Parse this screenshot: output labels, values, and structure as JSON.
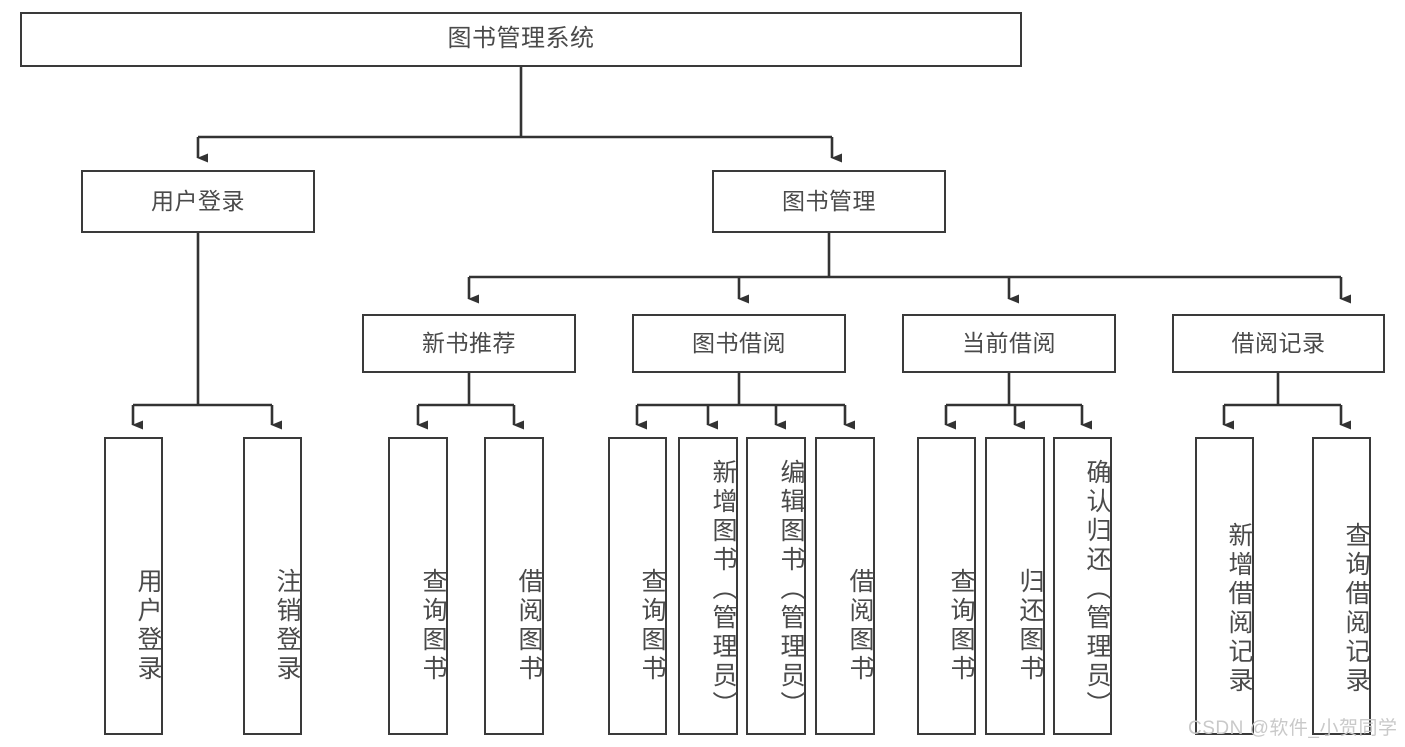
{
  "diagram": {
    "title": "图书管理系统",
    "type": "tree-structure-chart",
    "root": {
      "id": "root",
      "label": "图书管理系统"
    },
    "level2": [
      {
        "id": "user-login",
        "label": "用户登录"
      },
      {
        "id": "book-manage",
        "label": "图书管理"
      }
    ],
    "level3": [
      {
        "id": "new-book-recommend",
        "label": "新书推荐"
      },
      {
        "id": "book-borrow",
        "label": "图书借阅"
      },
      {
        "id": "current-borrow",
        "label": "当前借阅"
      },
      {
        "id": "borrow-record",
        "label": "借阅记录"
      }
    ],
    "leaves": [
      {
        "id": "leaf-user-login",
        "label": "用户登录",
        "parent": "user-login"
      },
      {
        "id": "leaf-user-logout",
        "label": "注销登录",
        "parent": "user-login"
      },
      {
        "id": "leaf-query-book-1",
        "label": "查询图书",
        "parent": "new-book-recommend"
      },
      {
        "id": "leaf-borrow-book-1",
        "label": "借阅图书",
        "parent": "new-book-recommend"
      },
      {
        "id": "leaf-query-book-2",
        "label": "查询图书",
        "parent": "book-borrow"
      },
      {
        "id": "leaf-add-book",
        "label": "新增图书（管理员）",
        "parent": "book-borrow"
      },
      {
        "id": "leaf-edit-book",
        "label": "编辑图书（管理员）",
        "parent": "book-borrow"
      },
      {
        "id": "leaf-borrow-book-2",
        "label": "借阅图书",
        "parent": "book-borrow"
      },
      {
        "id": "leaf-query-book-3",
        "label": "查询图书",
        "parent": "current-borrow"
      },
      {
        "id": "leaf-return-book",
        "label": "归还图书",
        "parent": "current-borrow"
      },
      {
        "id": "leaf-confirm-return",
        "label": "确认归还（管理员）",
        "parent": "current-borrow"
      },
      {
        "id": "leaf-add-record",
        "label": "新增借阅记录",
        "parent": "borrow-record"
      },
      {
        "id": "leaf-query-record",
        "label": "查询借阅记录",
        "parent": "borrow-record"
      }
    ],
    "colors": {
      "border": "#3a3a3a",
      "text": "#4a4a4a",
      "background": "#ffffff",
      "connector": "#333333",
      "watermark": "#c9c9c9"
    }
  },
  "watermark": {
    "text": "CSDN @软件_小贺同学"
  }
}
